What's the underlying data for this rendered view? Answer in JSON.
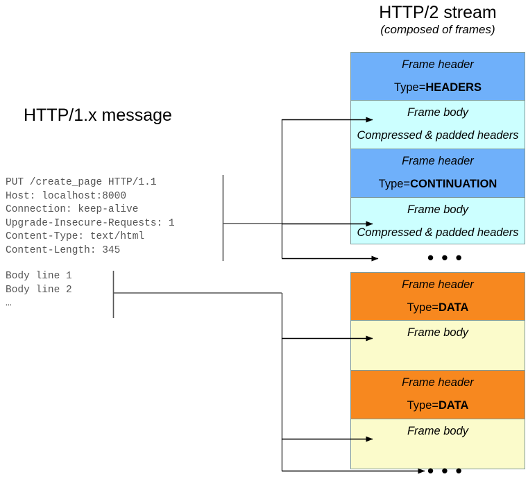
{
  "diagram": {
    "stream_title": "HTTP/2 stream",
    "stream_subtitle": "(composed of frames)",
    "http1_title": "HTTP/1.x message"
  },
  "http1_message": {
    "headers_text": "PUT /create_page HTTP/1.1\nHost: localhost:8000\nConnection: keep-alive\nUpgrade-Insecure-Requests: 1\nContent-Type: text/html\nContent-Length: 345",
    "header_lines": [
      "PUT /create_page HTTP/1.1",
      "Host: localhost:8000",
      "Connection: keep-alive",
      "Upgrade-Insecure-Requests: 1",
      "Content-Type: text/html",
      "Content-Length: 345"
    ],
    "body_text": "Body line 1\nBody line 2\n…",
    "body_lines": [
      "Body line 1",
      "Body line 2",
      "…"
    ]
  },
  "headers_stack": {
    "ellipsis": "• • •",
    "cells": [
      {
        "kind": "header",
        "title": "Frame header",
        "type_prefix": "Type=",
        "type_value": "HEADERS",
        "color": "#6fb0fa"
      },
      {
        "kind": "body",
        "title": "Frame body",
        "detail": "Compressed & padded headers",
        "color": "#ccffff"
      },
      {
        "kind": "header",
        "title": "Frame header",
        "type_prefix": "Type=",
        "type_value": "CONTINUATION",
        "color": "#6fb0fa"
      },
      {
        "kind": "body",
        "title": "Frame body",
        "detail": "Compressed & padded headers",
        "color": "#ccffff"
      }
    ]
  },
  "data_stack": {
    "ellipsis": "• • •",
    "cells": [
      {
        "kind": "header",
        "title": "Frame header",
        "type_prefix": "Type=",
        "type_value": "DATA",
        "color": "#f7881f"
      },
      {
        "kind": "body",
        "title": "Frame body",
        "detail": "",
        "color": "#fbfbcb"
      },
      {
        "kind": "header",
        "title": "Frame header",
        "type_prefix": "Type=",
        "type_value": "DATA",
        "color": "#f7881f"
      },
      {
        "kind": "body",
        "title": "Frame body",
        "detail": "",
        "color": "#fbfbcb"
      }
    ]
  },
  "colors": {
    "frame_header_blue": "#6fb0fa",
    "frame_body_cyan": "#ccffff",
    "frame_header_orange": "#f7881f",
    "frame_body_yellow": "#fbfbcb",
    "cell_border": "#7f9a9a",
    "connector": "#555555",
    "text": "#000000",
    "mono_text": "#555555"
  }
}
